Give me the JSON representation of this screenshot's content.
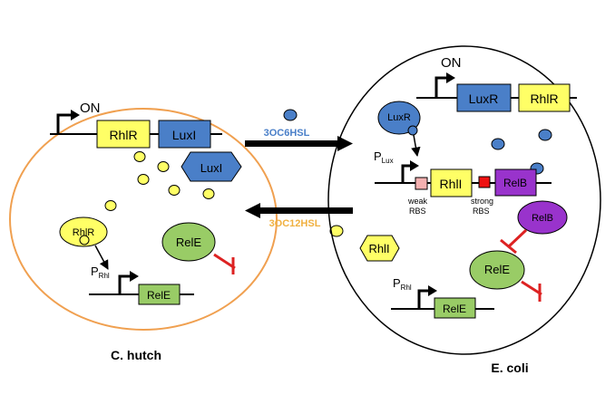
{
  "colors": {
    "c_hutch_outline": "#f0a050",
    "e_coli_outline": "#000000",
    "gene_yellow": "#ffff66",
    "gene_blue": "#4a7fc8",
    "gene_green": "#99cc66",
    "signal_blue": "#4a7fc8",
    "signal_yellow": "#ffff66",
    "relb_purple": "#9933cc",
    "rbs_pink": "#f4b0b0",
    "rbs_red": "#ee1111",
    "inhibit_red": "#dd2222",
    "label_blue": "#4a7fc8",
    "label_orange": "#f0b040"
  },
  "c_hutch": {
    "name": "C. hutch",
    "on_label": "ON",
    "genes": {
      "rhlr": "RhlR",
      "luxi": "LuxI",
      "rele": "RelE"
    },
    "proteins": {
      "luxi": "LuxI",
      "rhlr": "RhlR",
      "rele": "RelE"
    },
    "promoter": {
      "main": "P",
      "sub": "Rhl"
    }
  },
  "e_coli": {
    "name": "E. coli",
    "on_label": "ON",
    "genes": {
      "luxr": "LuxR",
      "rhlr": "RhlR",
      "rhli": "RhlI",
      "relb": "RelB",
      "rele": "RelE"
    },
    "proteins": {
      "luxr": "LuxR",
      "relb": "RelB",
      "rhli": "RhlI",
      "rele": "RelE"
    },
    "promoter_lux": {
      "main": "P",
      "sub": "Lux"
    },
    "promoter_rhl": {
      "main": "P",
      "sub": "Rhl"
    },
    "rbs_weak": [
      "weak",
      "RBS"
    ],
    "rbs_strong": [
      "strong",
      "RBS"
    ]
  },
  "signals": {
    "to_ecoli": "3OC6HSL",
    "to_chutch": "3OC12HSL"
  }
}
